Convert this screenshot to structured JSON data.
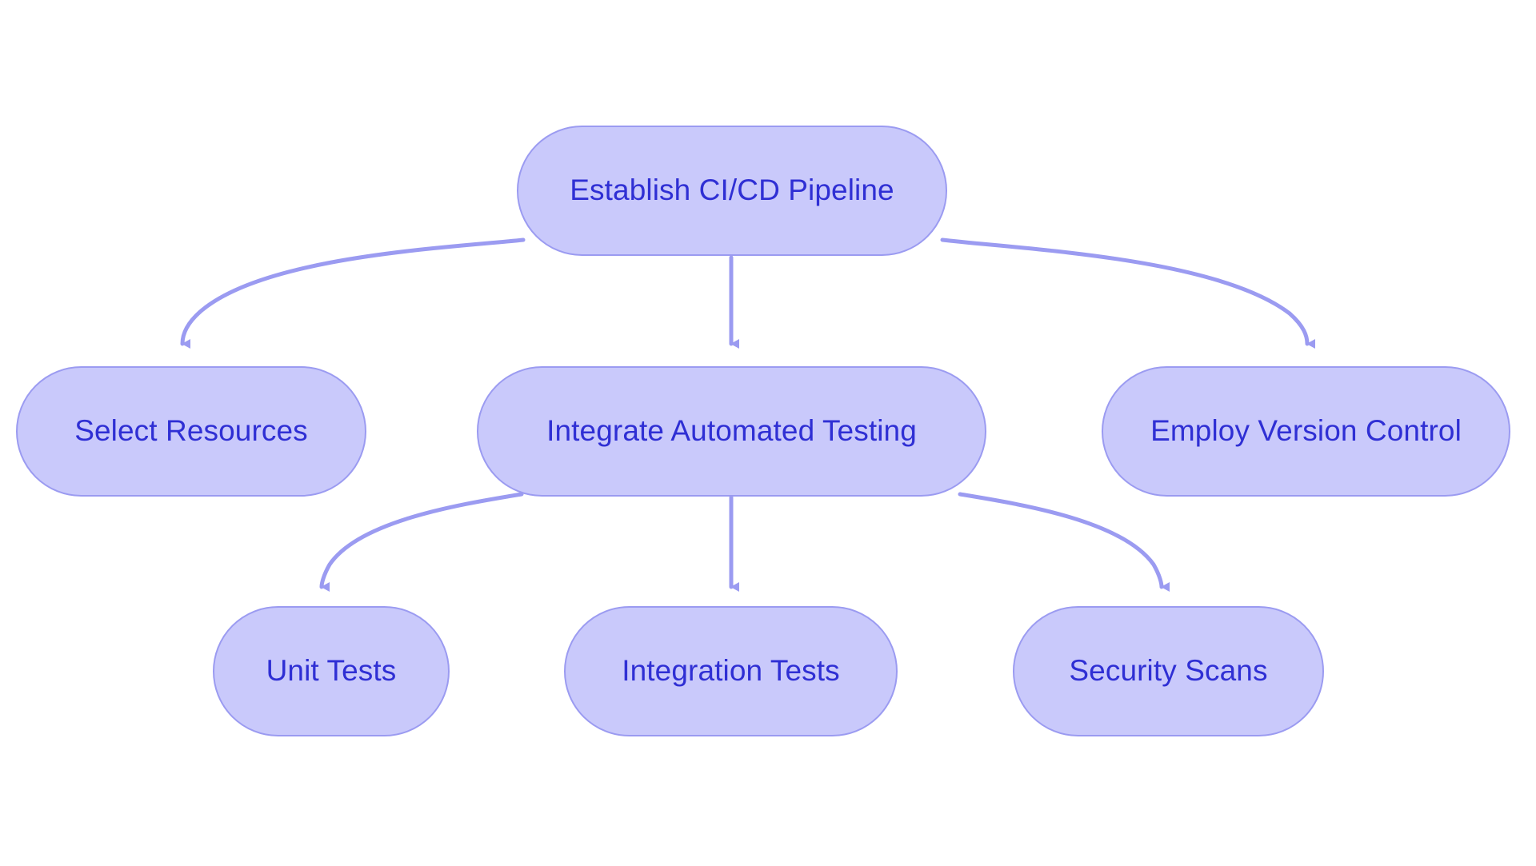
{
  "diagram": {
    "type": "flowchart",
    "orientation": "top-down",
    "background_color": "#ffffff",
    "node_fill_color": "#c9c9fb",
    "node_border_color": "#9b9bf1",
    "node_text_color": "#2f2fd4",
    "edge_color": "#9b9bf1",
    "nodes": [
      {
        "id": "root",
        "label": "Establish CI/CD Pipeline",
        "level": 0
      },
      {
        "id": "sel",
        "label": "Select Resources",
        "level": 1
      },
      {
        "id": "iat",
        "label": "Integrate Automated Testing",
        "level": 1
      },
      {
        "id": "evc",
        "label": "Employ Version Control",
        "level": 1
      },
      {
        "id": "unit",
        "label": "Unit Tests",
        "level": 2
      },
      {
        "id": "integ",
        "label": "Integration Tests",
        "level": 2
      },
      {
        "id": "sec",
        "label": "Security Scans",
        "level": 2
      }
    ],
    "edges": [
      {
        "from": "root",
        "to": "sel",
        "style": "curved",
        "arrow": "down"
      },
      {
        "from": "root",
        "to": "iat",
        "style": "straight",
        "arrow": "down"
      },
      {
        "from": "root",
        "to": "evc",
        "style": "curved",
        "arrow": "down"
      },
      {
        "from": "iat",
        "to": "unit",
        "style": "curved",
        "arrow": "down"
      },
      {
        "from": "iat",
        "to": "integ",
        "style": "straight",
        "arrow": "down"
      },
      {
        "from": "iat",
        "to": "sec",
        "style": "curved",
        "arrow": "down"
      }
    ]
  }
}
